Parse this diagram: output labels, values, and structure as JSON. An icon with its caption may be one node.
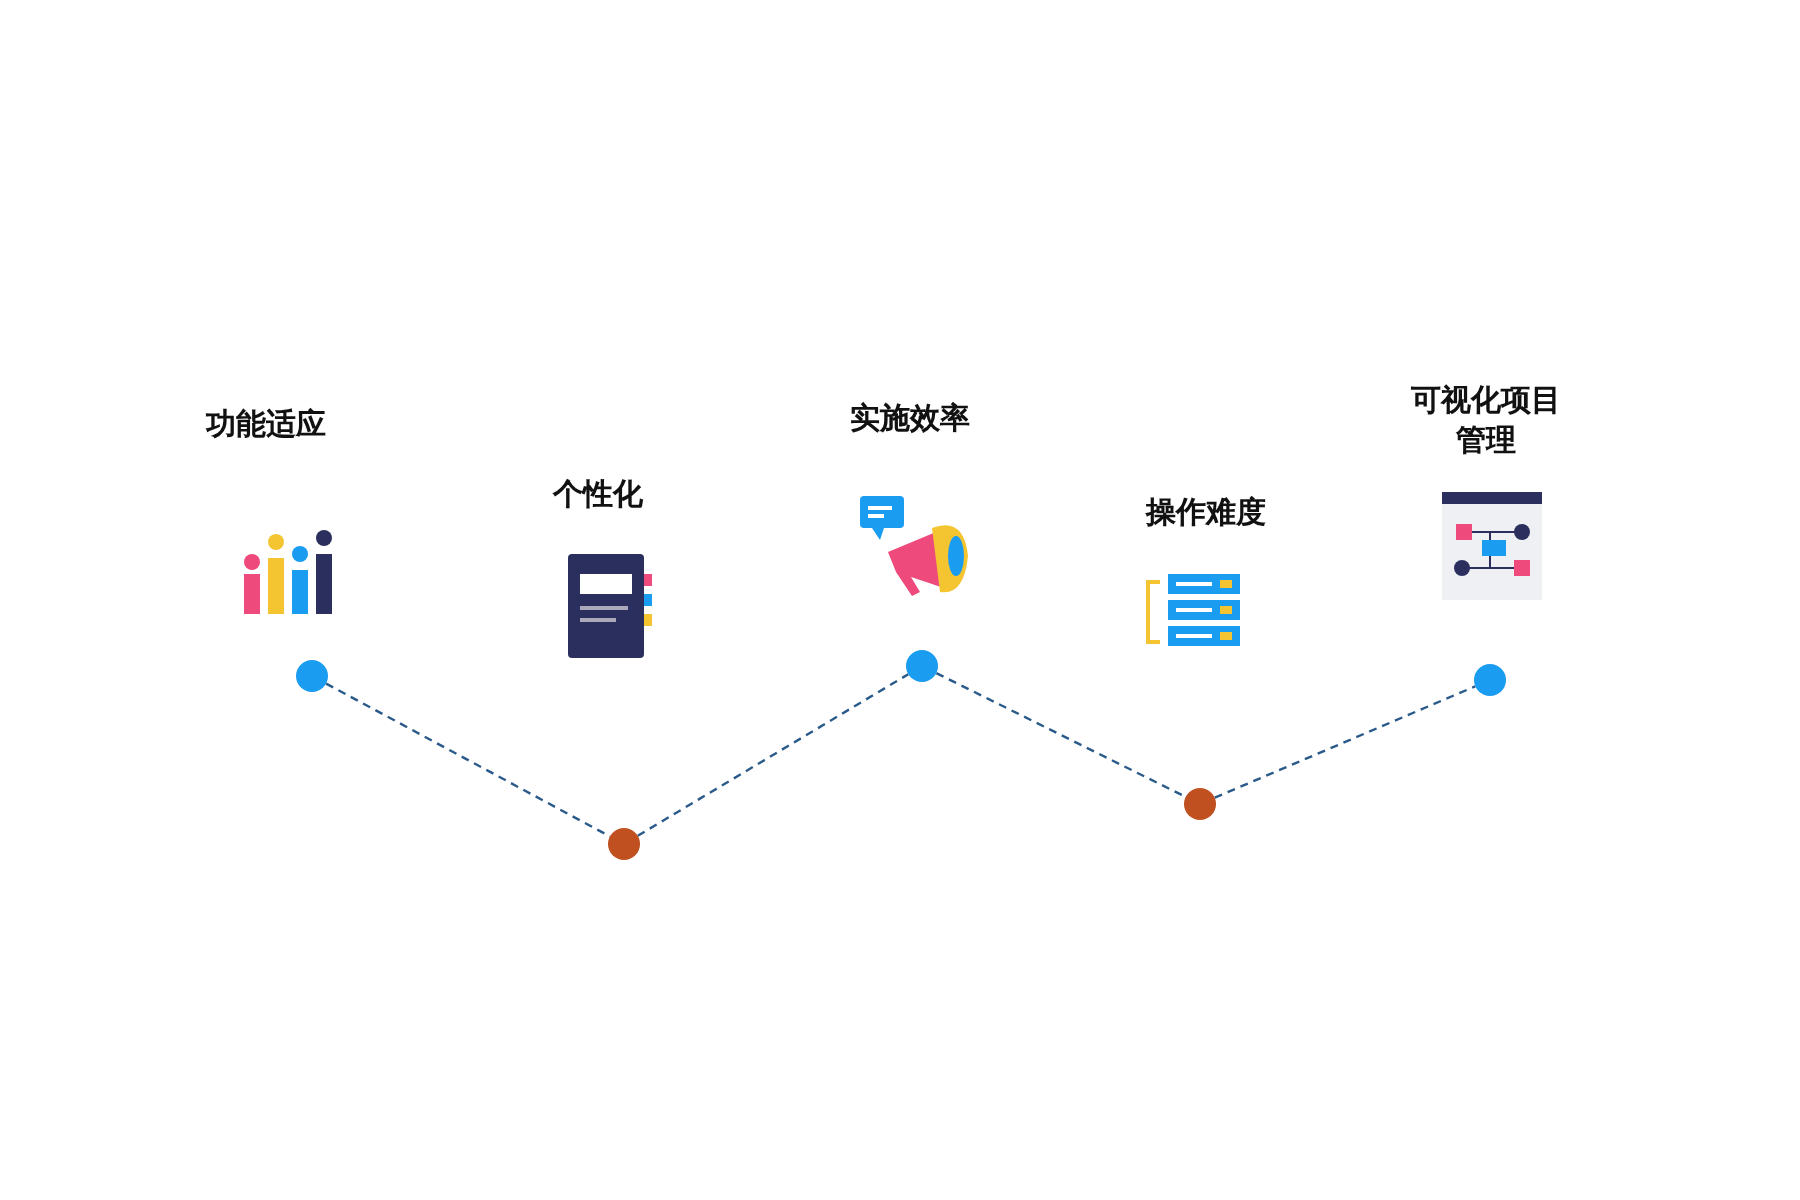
{
  "diagram": {
    "nodes": [
      {
        "text": [],
        "shape": "circle"
      },
      {
        "text": [],
        "shape": "circle"
      },
      {
        "text": [],
        "shape": "circle"
      },
      {
        "text": [],
        "shape": "circle"
      },
      {
        "text": [],
        "shape": "circle"
      }
    ],
    "edges": [
      {
        "from": 0,
        "to": 1,
        "arrow": "none",
        "style": "dashed"
      },
      {
        "from": 1,
        "to": 2,
        "arrow": "none",
        "style": "dashed"
      },
      {
        "from": 2,
        "to": 3,
        "arrow": "none",
        "style": "dashed"
      },
      {
        "from": 3,
        "to": 4,
        "arrow": "none",
        "style": "dashed"
      }
    ],
    "labels": [
      "功能适应",
      "个性化",
      "实施效率",
      "操作难度",
      "可视化项目管理"
    ]
  }
}
